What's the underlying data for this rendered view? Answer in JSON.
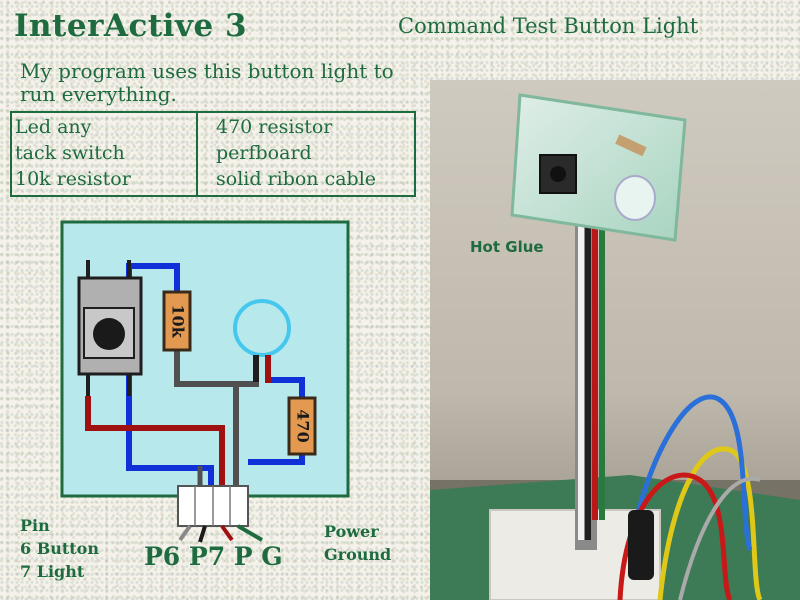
{
  "title": "InterActive 3",
  "subtitle": "Command Test Button Light",
  "description": "My program uses this button light to run everything.",
  "parts": {
    "left": [
      "Led any",
      "tack switch",
      "10k resistor"
    ],
    "right": [
      "470 resistor",
      "perfboard",
      "solid ribon cable"
    ]
  },
  "schematic": {
    "resistor_10k_label": "10k",
    "resistor_470_label": "470",
    "colors": {
      "board": "#b7e8ec",
      "board_border": "#1e6b40",
      "wire_blue": "#1030d8",
      "wire_red": "#a01010",
      "wire_gray": "#505050",
      "resistor_body": "#e39a50",
      "led_outline": "#46c8ee",
      "connector": "#ffffff"
    }
  },
  "labels": {
    "pin_title": "Pin",
    "pin_6": "6 Button",
    "pin_7": "7 Light",
    "power": "Power",
    "ground": "Ground",
    "header_pins": "P6 P7 P G"
  },
  "photo": {
    "annotation": "Hot Glue"
  }
}
